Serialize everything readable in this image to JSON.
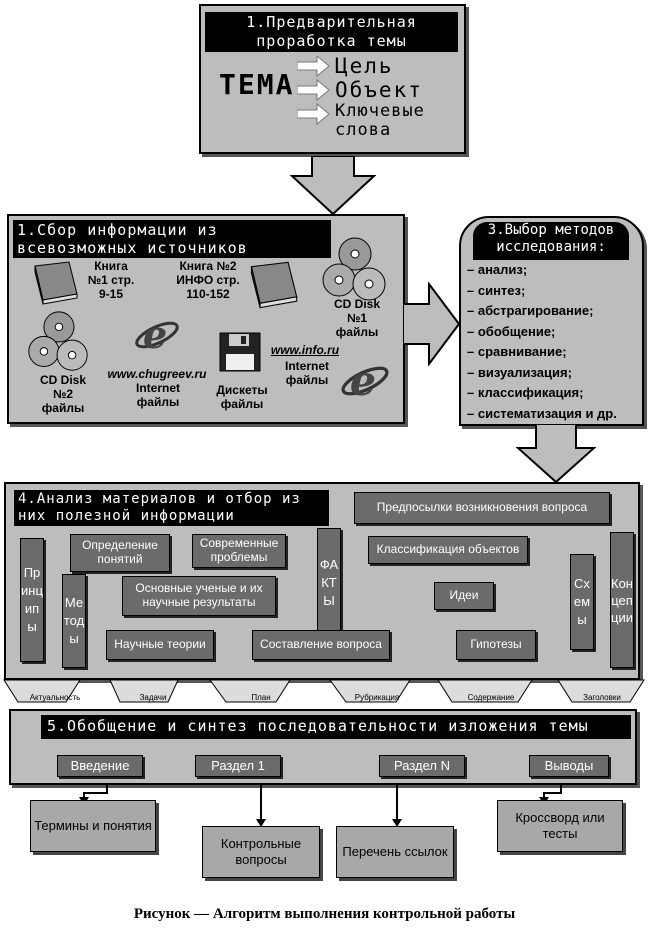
{
  "step1": {
    "title": "1.Предварительная проработка темы",
    "tema": "ТЕМА",
    "items": [
      "Цель",
      "Объект",
      "Ключевые слова"
    ]
  },
  "step2": {
    "title": "1.Сбор информации из всевозможных источников",
    "book1": "Книга №1 стр. 9-15",
    "book2": "Книга №2 ИНФО стр. 110-152",
    "cd1": "CD Disk №1 файлы",
    "cd2": "CD Disk №2 файлы",
    "web1_url": "www.chugreev.ru",
    "web1_text": "Internet файлы",
    "disks": "Дискеты файлы",
    "web2_url": "www.info.ru",
    "web2_text": "Internet файлы"
  },
  "step3": {
    "title": "3.Выбор методов исследования:",
    "methods": [
      "– анализ;",
      "– синтез;",
      "– абстрагирование;",
      "– обобщение;",
      "– сравнивание;",
      "– визуализация;",
      "– классификация;",
      "– систематизация и др."
    ]
  },
  "step4": {
    "title": "4.Анализ материалов и отбор из них полезной информации",
    "boxes": {
      "preconditions": "Предпосылки возникновения вопроса",
      "definitions": "Определение понятий",
      "modern": "Современные проблемы",
      "facts": "ФАКТЫ",
      "classification": "Классификация объектов",
      "scientists": "Основные ученые и их научные результаты",
      "ideas": "Идеи",
      "theories": "Научные теории",
      "question": "Составление вопроса",
      "hypotheses": "Гипотезы",
      "principles": "Принципы",
      "methods": "Методы",
      "schemes": "Схемы",
      "concepts": "Концепции"
    },
    "tabs": [
      "Актуальность",
      "Задачи",
      "План",
      "Рубрикация",
      "Содержание",
      "Заголовки"
    ]
  },
  "step5": {
    "title": "5.Обобщение и синтез последовательности изложения темы",
    "parts": [
      "Введение",
      "Раздел 1",
      "Раздел N",
      "Выводы"
    ]
  },
  "outputs": [
    "Термины и понятия",
    "Контрольные вопросы",
    "Перечень ссылок",
    "Кроссворд или тесты"
  ],
  "caption": "Рисунок — Алгоритм выполнения контрольной работы",
  "colors": {
    "panel": "#bdbdbd",
    "dark_box": "#6b6b6b",
    "header": "#000000"
  }
}
